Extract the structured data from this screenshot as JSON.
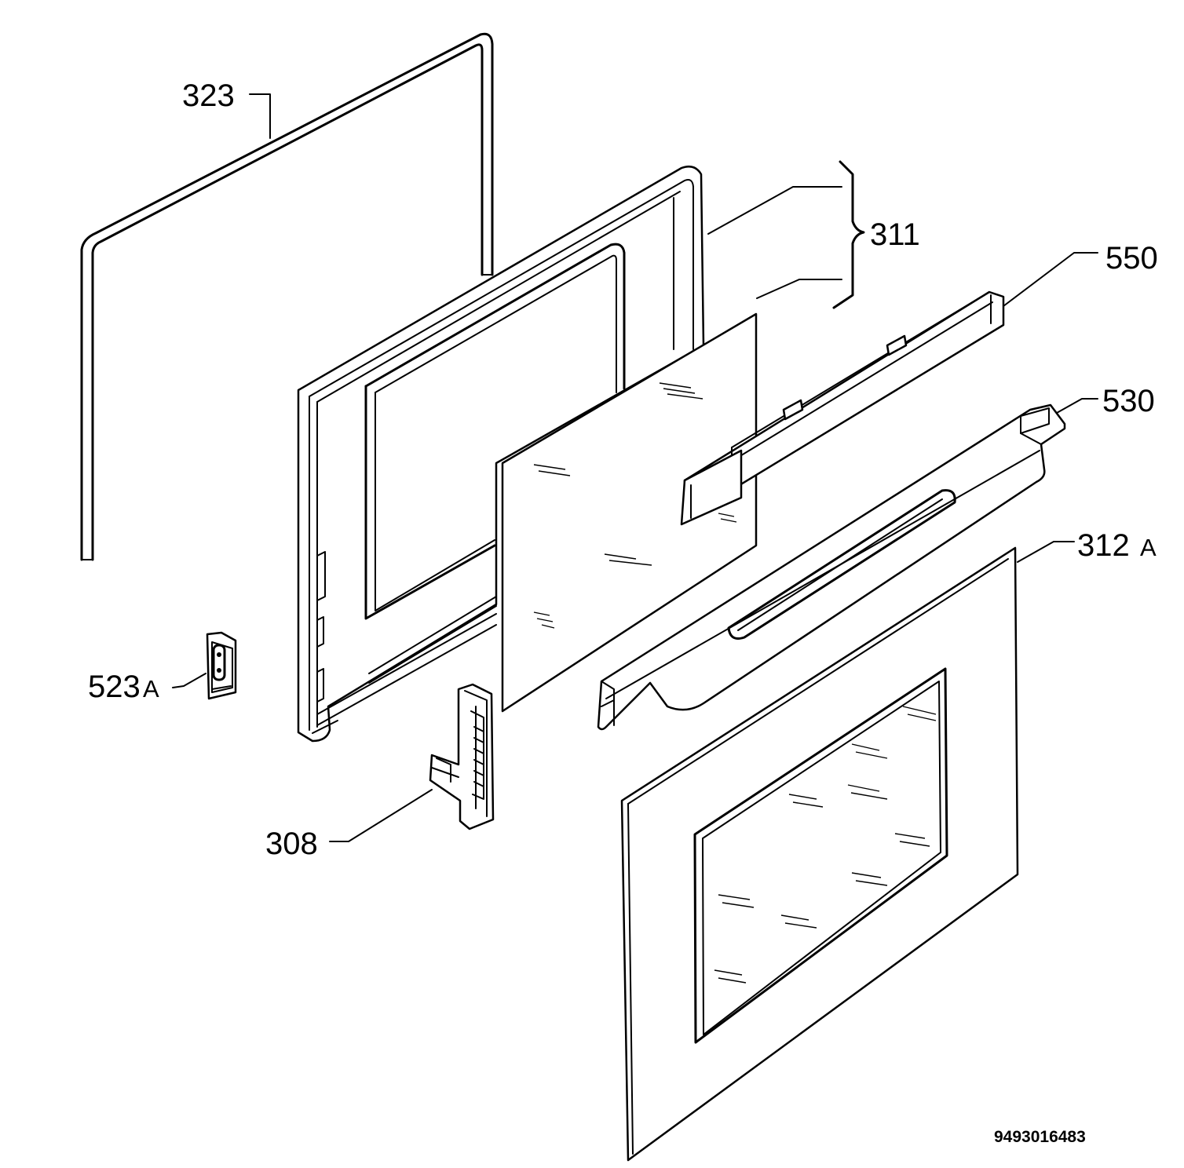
{
  "diagram": {
    "callouts": {
      "c323": {
        "text": "323"
      },
      "c311": {
        "text": "311"
      },
      "c550": {
        "text": "550"
      },
      "c530": {
        "text": "530"
      },
      "c312": {
        "text": "312",
        "suffix": "A"
      },
      "c523": {
        "text": "523",
        "suffix": "A"
      },
      "c308": {
        "text": "308"
      }
    },
    "doc_number": "9493016483"
  }
}
